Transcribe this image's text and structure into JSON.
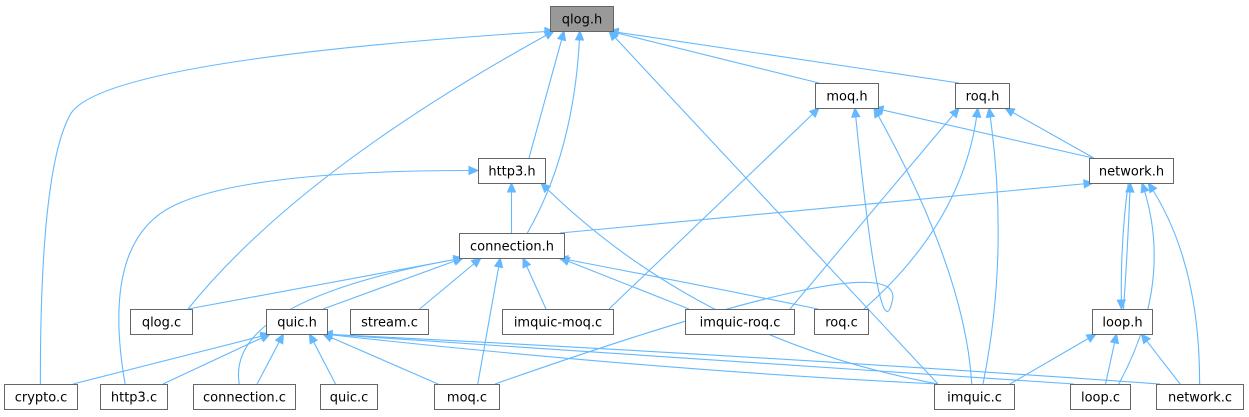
{
  "nodes": [
    {
      "id": "qlog_h",
      "label": "qlog.h",
      "focus": true
    },
    {
      "id": "moq_h",
      "label": "moq.h"
    },
    {
      "id": "roq_h",
      "label": "roq.h"
    },
    {
      "id": "http3_h",
      "label": "http3.h"
    },
    {
      "id": "network_h",
      "label": "network.h"
    },
    {
      "id": "connection_h",
      "label": "connection.h"
    },
    {
      "id": "qlog_c",
      "label": "qlog.c"
    },
    {
      "id": "quic_h",
      "label": "quic.h"
    },
    {
      "id": "stream_c",
      "label": "stream.c"
    },
    {
      "id": "imquic_moq_c",
      "label": "imquic-moq.c"
    },
    {
      "id": "imquic_roq_c",
      "label": "imquic-roq.c"
    },
    {
      "id": "roq_c",
      "label": "roq.c"
    },
    {
      "id": "loop_h",
      "label": "loop.h"
    },
    {
      "id": "crypto_c",
      "label": "crypto.c"
    },
    {
      "id": "http3_c",
      "label": "http3.c"
    },
    {
      "id": "connection_c",
      "label": "connection.c"
    },
    {
      "id": "quic_c",
      "label": "quic.c"
    },
    {
      "id": "moq_c",
      "label": "moq.c"
    },
    {
      "id": "imquic_c",
      "label": "imquic.c"
    },
    {
      "id": "loop_c",
      "label": "loop.c"
    },
    {
      "id": "network_c",
      "label": "network.c"
    }
  ],
  "edges": [
    {
      "from": "moq_h",
      "to": "qlog_h"
    },
    {
      "from": "roq_h",
      "to": "qlog_h"
    },
    {
      "from": "http3_h",
      "to": "qlog_h"
    },
    {
      "from": "connection_h",
      "to": "qlog_h"
    },
    {
      "from": "qlog_c",
      "to": "qlog_h"
    },
    {
      "from": "crypto_c",
      "to": "qlog_h"
    },
    {
      "from": "imquic_c",
      "to": "qlog_h"
    },
    {
      "from": "connection_h",
      "to": "http3_h"
    },
    {
      "from": "http3_c",
      "to": "http3_h"
    },
    {
      "from": "imquic_c",
      "to": "http3_h"
    },
    {
      "from": "network_h",
      "to": "moq_h"
    },
    {
      "from": "imquic_moq_c",
      "to": "moq_h"
    },
    {
      "from": "moq_c",
      "to": "moq_h"
    },
    {
      "from": "imquic_c",
      "to": "moq_h"
    },
    {
      "from": "network_h",
      "to": "roq_h"
    },
    {
      "from": "imquic_roq_c",
      "to": "roq_h"
    },
    {
      "from": "roq_c",
      "to": "roq_h"
    },
    {
      "from": "imquic_c",
      "to": "roq_h"
    },
    {
      "from": "connection_h",
      "to": "network_h"
    },
    {
      "from": "loop_h",
      "to": "network_h"
    },
    {
      "from": "loop_c",
      "to": "network_h"
    },
    {
      "from": "network_c",
      "to": "network_h"
    },
    {
      "from": "qlog_c",
      "to": "connection_h"
    },
    {
      "from": "quic_h",
      "to": "connection_h"
    },
    {
      "from": "stream_c",
      "to": "connection_h"
    },
    {
      "from": "imquic_moq_c",
      "to": "connection_h"
    },
    {
      "from": "imquic_roq_c",
      "to": "connection_h"
    },
    {
      "from": "roq_c",
      "to": "connection_h"
    },
    {
      "from": "connection_c",
      "to": "connection_h"
    },
    {
      "from": "moq_c",
      "to": "connection_h"
    },
    {
      "from": "network_h",
      "to": "loop_h"
    },
    {
      "from": "imquic_c",
      "to": "loop_h"
    },
    {
      "from": "loop_c",
      "to": "loop_h"
    },
    {
      "from": "network_c",
      "to": "loop_h"
    },
    {
      "from": "crypto_c",
      "to": "quic_h"
    },
    {
      "from": "http3_c",
      "to": "quic_h"
    },
    {
      "from": "connection_c",
      "to": "quic_h"
    },
    {
      "from": "quic_c",
      "to": "quic_h"
    },
    {
      "from": "moq_c",
      "to": "quic_h"
    },
    {
      "from": "imquic_c",
      "to": "quic_h"
    },
    {
      "from": "loop_c",
      "to": "quic_h"
    },
    {
      "from": "network_c",
      "to": "quic_h"
    }
  ]
}
